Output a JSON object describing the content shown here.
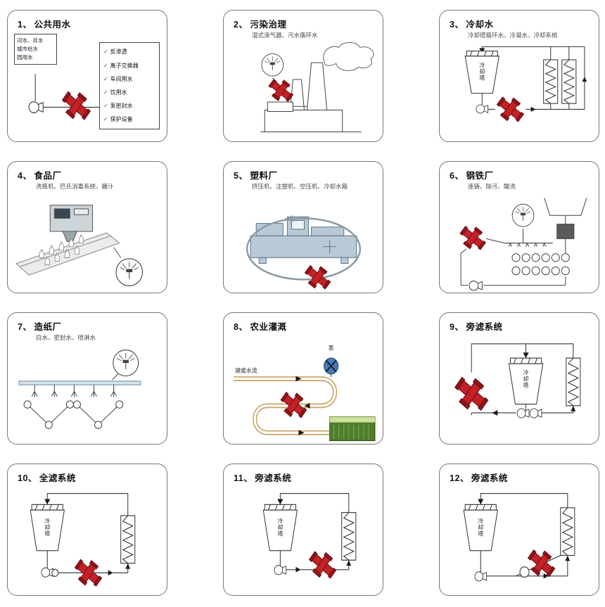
{
  "icons": {
    "check": "✓"
  },
  "colors": {
    "filter_red": "#c42127",
    "filter_dark": "#8f151a",
    "check_green": "#157a15",
    "machine_blue": "#b9c9d6",
    "pipe_tan": "#c9a063",
    "field_green": "#4e7d2e",
    "pump_blue": "#4b7bb5"
  },
  "panels": [
    {
      "num": "1、",
      "title": "公共用水",
      "source_lines": [
        "河水、井水",
        "城市给水",
        "园用水"
      ],
      "checklist": [
        "反渗透",
        "离子交换器",
        "车间用水",
        "饮用水",
        "泵密封水",
        "保护设备"
      ]
    },
    {
      "num": "2、",
      "title": "污染治理",
      "subtitle": "湿式涤气器、污水循环水"
    },
    {
      "num": "3、",
      "title": "冷却水",
      "subtitle": "冷却塔循环水、冷凝水、冷却系统",
      "tower": "冷却塔"
    },
    {
      "num": "4、",
      "title": "食品厂",
      "subtitle": "洗瓶机、巴氏消毒系统、糖汁"
    },
    {
      "num": "5、",
      "title": "塑料厂",
      "subtitle": "挤压机、注塑机、空压机、冷却水箱"
    },
    {
      "num": "6、",
      "title": "钢铁厂",
      "subtitle": "连铸、除污、酸洗"
    },
    {
      "num": "7、",
      "title": "造纸厂",
      "subtitle": "白水、密封水、喷淋水"
    },
    {
      "num": "8、",
      "title": "农业灌溉",
      "water_source": "湖或水流",
      "pump": "泵"
    },
    {
      "num": "9、",
      "title": "旁滤系统",
      "tower": "冷却塔"
    },
    {
      "num": "10、",
      "title": "全滤系统",
      "tower": "冷却塔"
    },
    {
      "num": "11、",
      "title": "旁滤系统",
      "tower": "冷却塔"
    },
    {
      "num": "12、",
      "title": "旁滤系统",
      "tower": "冷却塔"
    }
  ]
}
